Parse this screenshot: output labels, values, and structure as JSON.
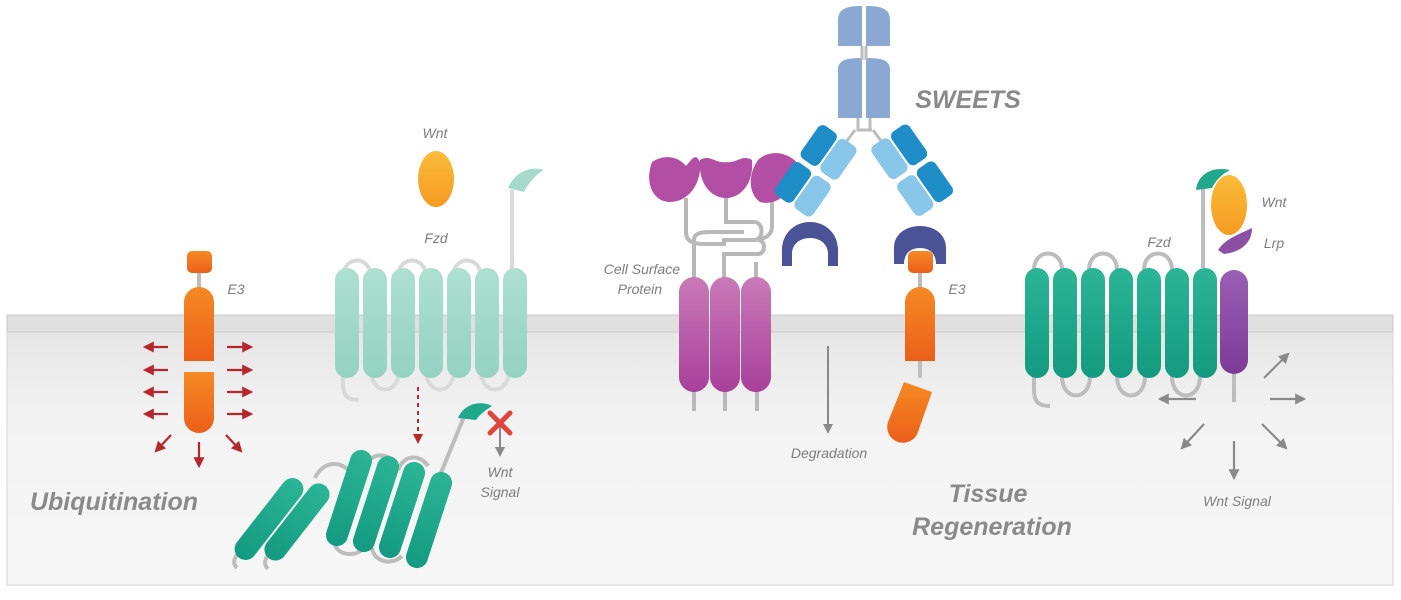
{
  "labels": {
    "title": "SWEETS",
    "ubiquitination": "Ubiquitination",
    "tissue_line1": "Tissue",
    "tissue_line2": "Regeneration",
    "wnt_left": "Wnt",
    "fzd_left": "Fzd",
    "e3_left": "E3",
    "wnt_signal_left_line1": "Wnt",
    "wnt_signal_left_line2": "Signal",
    "cell_surface_line1": "Cell Surface",
    "cell_surface_line2": "Protein",
    "e3_center": "E3",
    "degradation": "Degradation",
    "fzd_right": "Fzd",
    "wnt_right": "Wnt",
    "lrp_right": "Lrp",
    "wnt_signal_right": "Wnt Signal"
  },
  "colors": {
    "membrane": "#e3e3e3",
    "e3_orange": "#f07a1c",
    "wnt_yellow": "#f7a928",
    "fzd_light": "#a6dacb",
    "fzd_teal": "#1fa88c",
    "magenta": "#b95aa8",
    "antibody_light_blue": "#8fb0d6",
    "antibody_blue": "#3aa0d4",
    "binder_navy": "#4a5396",
    "lrp_purple": "#8a4fa2",
    "arrow_red": "#b3272d",
    "arrow_grey": "#888888"
  }
}
